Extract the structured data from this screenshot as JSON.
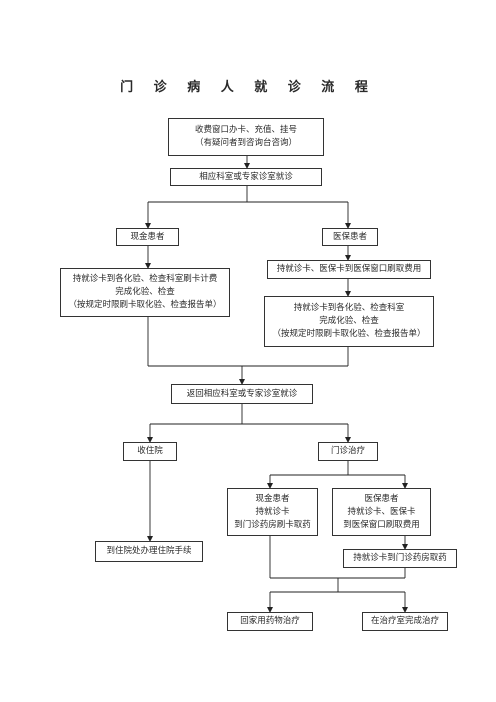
{
  "title": "门 诊 病 人 就 诊 流 程",
  "nodes": {
    "registration": [
      "收费窗口办卡、充值、挂号",
      "（有疑问者到咨询台咨询）"
    ],
    "consult": [
      "相应科室或专家诊室就诊"
    ],
    "cash_patient": [
      "现金患者"
    ],
    "insured_patient": [
      "医保患者"
    ],
    "cash_exam": [
      "持就诊卡到各化验、检查科室刷卡计费",
      "完成化验、检查",
      "（按规定时限刷卡取化验、检查报告单）"
    ],
    "insured_pay": [
      "持就诊卡、医保卡到医保窗口刷取费用"
    ],
    "insured_exam": [
      "持就诊卡到各化验、检查科室",
      "完成化验、检查",
      "（按规定时限刷卡取化验、检查报告单）"
    ],
    "return_consult": [
      "返回相应科室或专家诊室就诊"
    ],
    "inpatient": [
      "收住院"
    ],
    "outpatient": [
      "门诊治疗"
    ],
    "cash_pharmacy": [
      "现金患者",
      "持就诊卡",
      "到门诊药房刷卡取药"
    ],
    "insured_pharmacy": [
      "医保患者",
      "持就诊卡、医保卡",
      "到医保窗口刷取费用"
    ],
    "admission": [
      "到住院处办理住院手续"
    ],
    "insured_pickup": [
      "持就诊卡到门诊药房取药"
    ],
    "home_meds": [
      "回家用药物治疗"
    ],
    "clinic_treatment": [
      "在治疗室完成治疗"
    ]
  }
}
